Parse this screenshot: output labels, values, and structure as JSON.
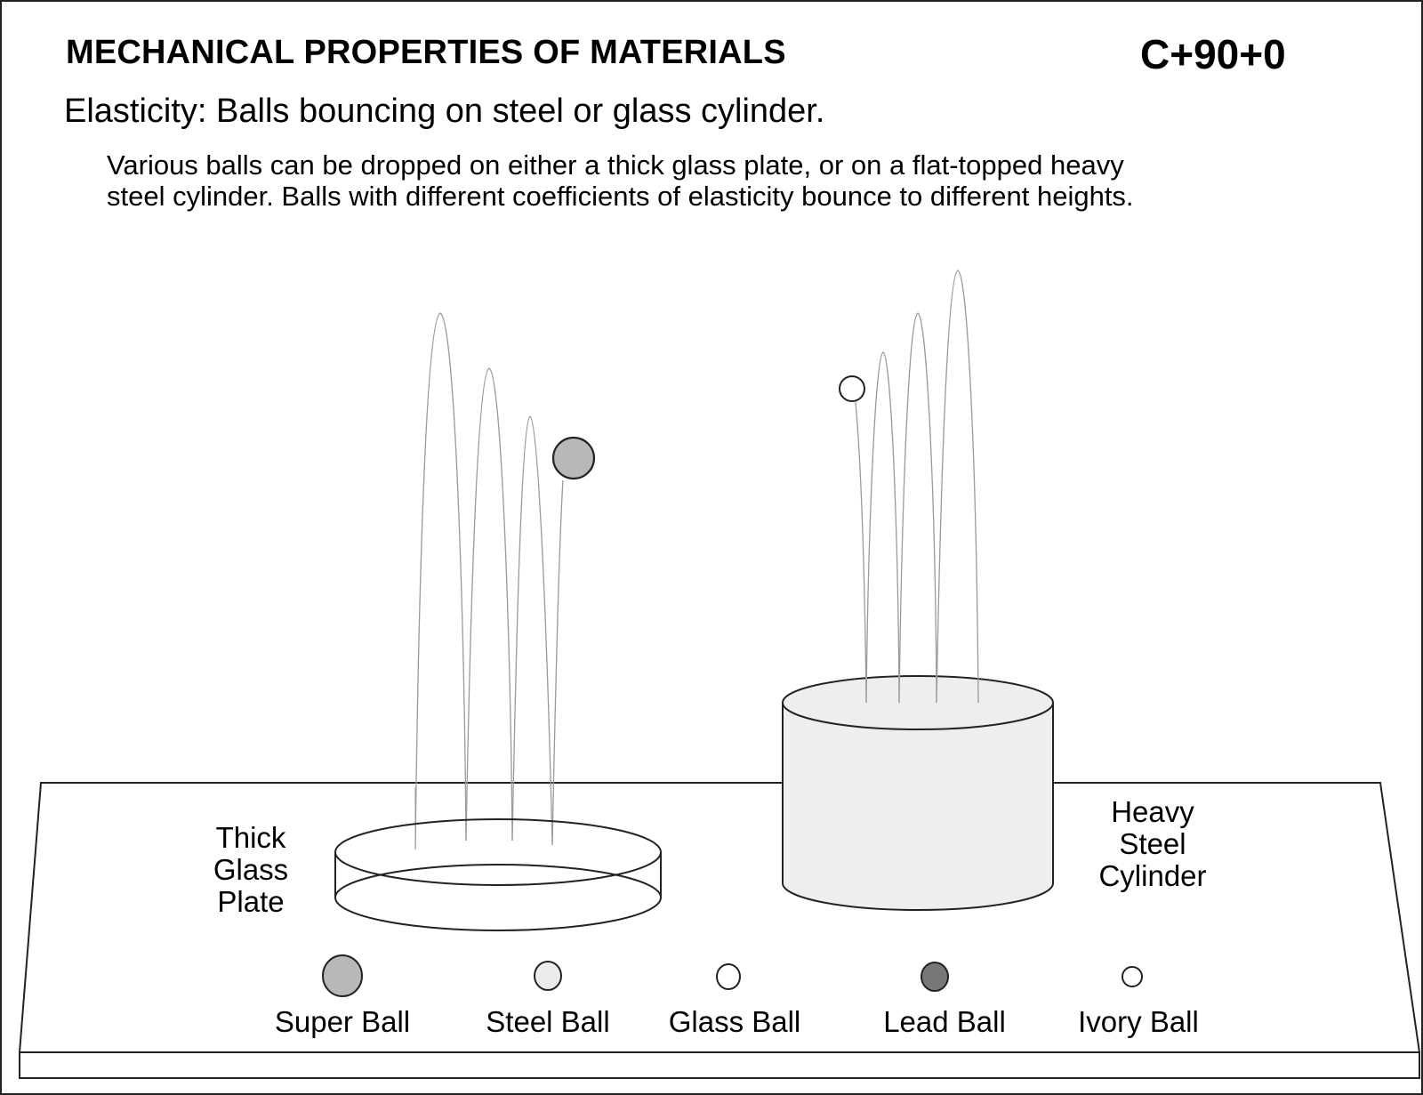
{
  "header": {
    "title": "MECHANICAL PROPERTIES OF MATERIALS",
    "code": "C+90+0",
    "subtitle": "Elasticity:  Balls bouncing on steel or glass cylinder.",
    "description_lines": [
      "Various balls can be dropped on either a thick glass plate, or on a flat-topped heavy",
      "steel cylinder.  Balls with different coefficients of elasticity bounce to different heights."
    ]
  },
  "apparatus": {
    "glass_plate": {
      "label_lines": [
        "Thick",
        "Glass",
        "Plate"
      ],
      "bounce_arc_peaks_y": [
        352,
        414,
        468
      ],
      "ball": "Super Ball"
    },
    "steel_cylinder": {
      "label_lines": [
        "Heavy",
        "Steel",
        "Cylinder"
      ],
      "bounce_arc_peaks_y": [
        396,
        352,
        304
      ],
      "ball": "Glass Ball"
    }
  },
  "balls": [
    {
      "label": "Super Ball",
      "fill": "#b8b8b8",
      "size": "large"
    },
    {
      "label": "Steel Ball",
      "fill": "#ececec",
      "size": "medium"
    },
    {
      "label": "Glass Ball",
      "fill": "#ffffff",
      "size": "medium"
    },
    {
      "label": "Lead Ball",
      "fill": "#777777",
      "size": "medium"
    },
    {
      "label": "Ivory Ball",
      "fill": "#ffffff",
      "size": "small"
    }
  ],
  "colors": {
    "line": "#222222",
    "trajectory": "#9a9a9a",
    "cylinder_fill": "#eeeeee",
    "super_ball_fill": "#b8b8b8",
    "lead_ball_fill": "#777777"
  }
}
